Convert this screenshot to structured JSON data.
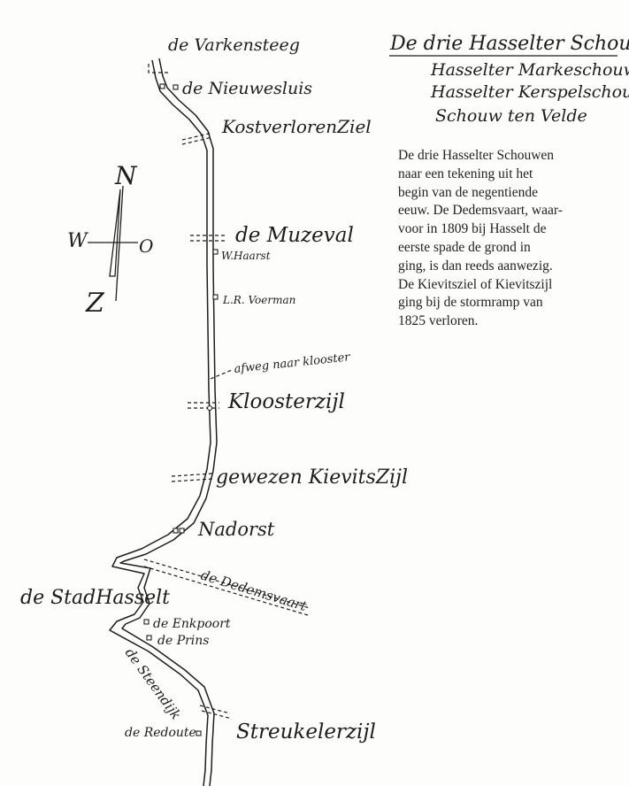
{
  "title": "De drie Hasselter Schouwen:",
  "schouwen": [
    "Hasselter Markeschouw",
    "Hasselter Kerspelschouw",
    "Schouw ten Velde"
  ],
  "caption_lines": [
    "De drie Hasselter Schouwen",
    "naar een tekening uit het",
    "begin van de negentiende",
    "eeuw. De Dedemsvaart, waar-",
    "voor in 1809 bij Hasselt de",
    "eerste spade de grond in",
    "ging, is dan reeds aanwezig.",
    "De Kievitsziel of Kievitszijl",
    "ging bij de stormramp van",
    "1825 verloren."
  ],
  "compass": {
    "n": "N",
    "w": "W",
    "o": "O",
    "z": "Z"
  },
  "places": {
    "varkensteeg": "de Varkensteeg",
    "nieuwesluis": "de Nieuwesluis",
    "kostverlorenziel": "KostverlorenZiel",
    "muzeval": "de Muzeval",
    "haarst": "W.Haarst",
    "voerman": "L.R. Voerman",
    "afweg": "afweg naar klooster",
    "kloosterzijl": "Kloosterzijl",
    "kievitszijl": "gewezen KievitsZijl",
    "nadorst": "Nadorst",
    "dedemsvaart": "de Dedemsvaart",
    "stadhasselt": "de StadHasselt",
    "enkpoort": "de Enkpoort",
    "prins": "de Prins",
    "steendijk": "de Steendijk",
    "redoute": "de Redoute",
    "streukelerzijl": "Streukelerzijl"
  },
  "colors": {
    "ink": "#1d1d1d",
    "paper": "#fdfdfb"
  }
}
